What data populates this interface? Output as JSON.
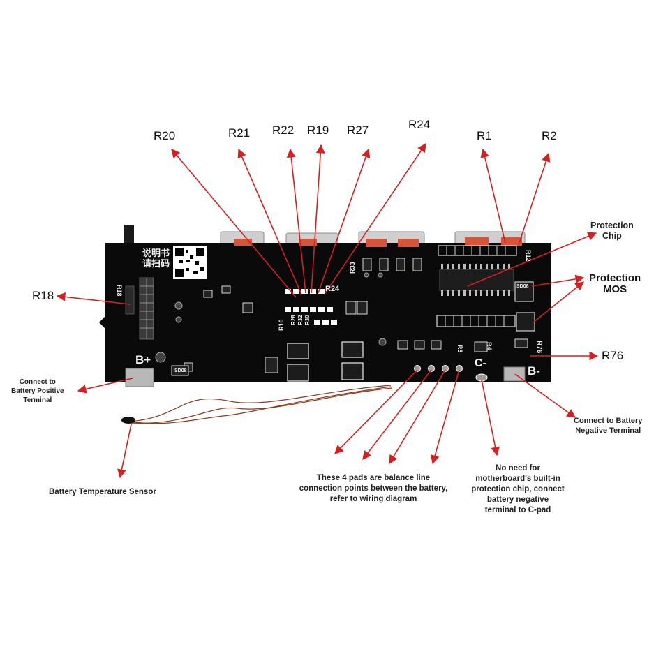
{
  "pcb": {
    "silk_top": "说明书",
    "silk_bottom": "请扫码",
    "bplus": "B+",
    "bminus": "B-",
    "cminus": "C-",
    "codes": [
      "R18",
      "R33",
      "R24",
      "R16",
      "R3",
      "R4",
      "R76",
      "R12",
      "R28",
      "R32",
      "R30"
    ],
    "chip_marks": [
      "SD08",
      "SD08"
    ]
  },
  "labels": {
    "r20": "R20",
    "r21": "R21",
    "r22": "R22",
    "r19": "R19",
    "r27": "R27",
    "r24": "R24",
    "r1": "R1",
    "r2": "R2",
    "r18": "R18",
    "r76": "R76",
    "protection_chip": [
      "Protection",
      "Chip"
    ],
    "protection_mos": [
      "Protection",
      "MOS"
    ],
    "positive_terminal": [
      "Connect to",
      "Battery Positive",
      "Terminal"
    ],
    "negative_terminal": [
      "Connect to Battery",
      "Negative Terminal"
    ],
    "temp_sensor": "Battery Temperature Sensor",
    "balance_pads": [
      "These 4 pads are balance line",
      "connection points between the battery,",
      "refer to wiring diagram"
    ],
    "c_pad": [
      "No need for",
      "motherboard's built-in",
      "protection chip, connect",
      "battery negative",
      "terminal to C-pad"
    ]
  },
  "colors": {
    "arrow": "#d42020",
    "board": "#0a0a0a",
    "connector": "#d8d8d8",
    "pad": "#e05a3a",
    "silk": "#f2f2f2"
  }
}
